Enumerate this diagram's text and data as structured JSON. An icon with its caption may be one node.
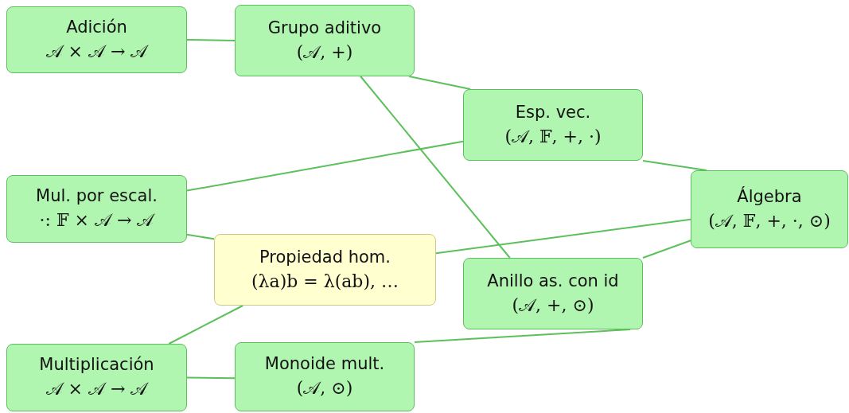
{
  "diagram": {
    "nodes": [
      {
        "text": [
          "Adición",
          "𝒜 × 𝒜 → 𝒜"
        ]
      },
      {
        "text": [
          "Grupo aditivo",
          "(𝒜, +)"
        ]
      },
      {
        "text": [
          "Esp. vec.",
          "(𝒜, 𝔽, +, ·)"
        ]
      },
      {
        "text": [
          "Mul. por escal.",
          "·: 𝔽 × 𝒜 → 𝒜"
        ]
      },
      {
        "text": [
          "Álgebra",
          "(𝒜, 𝔽, +, ·, ⊙)"
        ]
      },
      {
        "text": [
          "Propiedad hom.",
          "(λa)b = λ(ab), …"
        ]
      },
      {
        "text": [
          "Anillo as. con id",
          "(𝒜, +, ⊙)"
        ]
      },
      {
        "text": [
          "Multiplicación",
          "𝒜 × 𝒜 → 𝒜"
        ]
      },
      {
        "text": [
          "Monoide mult.",
          "(𝒜, ⊙)"
        ]
      }
    ],
    "edges": [
      {
        "from": 0,
        "to": 1,
        "arrow": "none"
      },
      {
        "from": 1,
        "to": 2,
        "arrow": "none"
      },
      {
        "from": 1,
        "to": 6,
        "arrow": "none"
      },
      {
        "from": 3,
        "to": 2,
        "arrow": "none"
      },
      {
        "from": 2,
        "to": 4,
        "arrow": "none"
      },
      {
        "from": 3,
        "to": 5,
        "arrow": "none"
      },
      {
        "from": 5,
        "to": 4,
        "arrow": "none"
      },
      {
        "from": 6,
        "to": 4,
        "arrow": "none"
      },
      {
        "from": 7,
        "to": 5,
        "arrow": "none"
      },
      {
        "from": 7,
        "to": 8,
        "arrow": "none"
      },
      {
        "from": 8,
        "to": 6,
        "arrow": "none"
      }
    ]
  }
}
